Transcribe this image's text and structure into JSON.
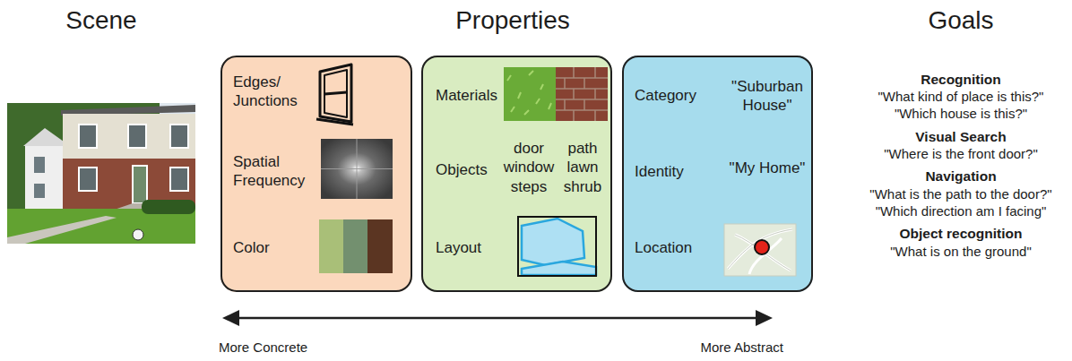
{
  "diagram": {
    "nodes": [
      {
        "text": [
          "Edges/ Junctions",
          "Spatial Frequency",
          "Color"
        ]
      },
      {
        "text": [
          "Materials",
          "Objects",
          "door window steps",
          "path lawn shrub",
          "Layout"
        ]
      },
      {
        "text": [
          "Category",
          "\"Suburban House\"",
          "Identity",
          "\"My Home\"",
          "Location"
        ]
      }
    ],
    "labels": [
      "Scene",
      "Properties",
      "Goals",
      "Recognition",
      "\"What kind of place is this?\"",
      "\"Which house is this?\"",
      "Visual Search",
      "\"Where is the front door?\"",
      "Navigation",
      "\"What is the path to the door?\"",
      "\"Which direction am I facing\"",
      "Object recognition",
      "\"What is on the ground\"",
      "More Concrete",
      "More Abstract"
    ]
  }
}
